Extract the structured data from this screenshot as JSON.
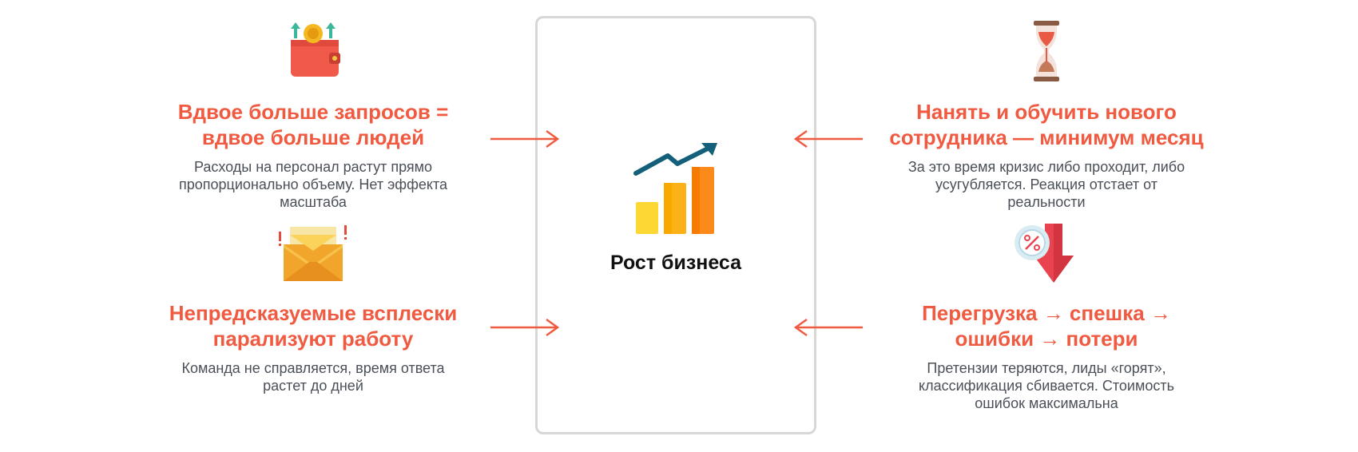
{
  "center": {
    "title": "Рост бизнеса",
    "icon": "growth-chart-icon"
  },
  "cards": {
    "top_left": {
      "icon": "wallet-coin-icon",
      "title_line1": "Вдвое больше запросов =",
      "title_line2": "вдвое больше людей",
      "desc_line1": "Расходы на персонал растут прямо",
      "desc_line2": "пропорционально объему. Нет эффекта",
      "desc_line3": "масштаба"
    },
    "bottom_left": {
      "icon": "envelope-alert-icon",
      "title_line1": "Непредсказуемые всплески",
      "title_line2": "парализуют работу",
      "desc_line1": "Команда не справляется, время ответа",
      "desc_line2": "растет до дней"
    },
    "top_right": {
      "icon": "hourglass-icon",
      "title_line1": "Нанять и обучить нового",
      "title_line2": "сотрудника — минимум месяц",
      "desc_line1": "За это время кризис либо проходит, либо",
      "desc_line2": "усугубляется. Реакция отстает от",
      "desc_line3": "реальности"
    },
    "bottom_right": {
      "icon": "percent-down-arrow-icon",
      "title_line1": "Перегрузка → спешка →",
      "title_line2": "ошибки → потери",
      "desc_line1": "Претензии теряются, лиды «горят»,",
      "desc_line2": "классификация сбивается. Стоимость",
      "desc_line3": "ошибок максимальна"
    }
  },
  "colors": {
    "accent": "#f05a40",
    "text": "#4a4f58",
    "border": "#d7d7d7"
  }
}
